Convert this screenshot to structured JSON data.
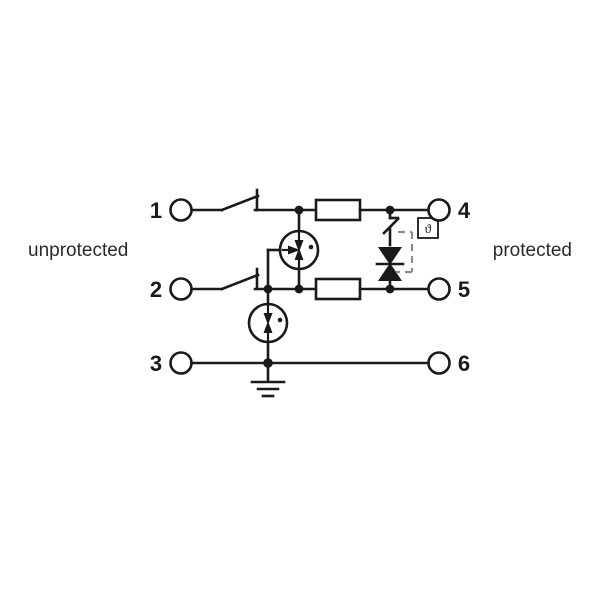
{
  "diagram": {
    "title": "Surge protection device schematic",
    "background_color": "#ffffff",
    "line_color": "#1a1a1a",
    "dashed_color": "#8c8c8c",
    "side_labels": {
      "left": "unprotected",
      "right": "protected"
    },
    "terminals": [
      {
        "id": "t1",
        "label": "1",
        "side": "left",
        "row": "top"
      },
      {
        "id": "t2",
        "label": "2",
        "side": "left",
        "row": "middle"
      },
      {
        "id": "t3",
        "label": "3",
        "side": "left",
        "row": "bottom"
      },
      {
        "id": "t4",
        "label": "4",
        "side": "right",
        "row": "top"
      },
      {
        "id": "t5",
        "label": "5",
        "side": "right",
        "row": "middle"
      },
      {
        "id": "t6",
        "label": "6",
        "side": "right",
        "row": "bottom"
      }
    ],
    "components": [
      {
        "id": "sw1",
        "type": "disconnect-switch",
        "between": [
          "1",
          "node-a"
        ]
      },
      {
        "id": "sw2",
        "type": "disconnect-switch",
        "between": [
          "2",
          "node-b"
        ]
      },
      {
        "id": "r1",
        "type": "resistor",
        "line": "top",
        "between": [
          "node-a",
          "node-c"
        ]
      },
      {
        "id": "r2",
        "type": "resistor",
        "line": "middle",
        "between": [
          "node-b",
          "node-d"
        ]
      },
      {
        "id": "gdt1",
        "type": "gas-discharge-tube-3-electrode",
        "between": [
          "line-1",
          "line-2"
        ]
      },
      {
        "id": "gdt2",
        "type": "gas-discharge-tube-2-electrode",
        "between": [
          "line-2",
          "ground"
        ]
      },
      {
        "id": "tvs1",
        "type": "bidirectional-tvs-diode",
        "between": [
          "line-4",
          "line-5"
        ]
      },
      {
        "id": "thermal1",
        "type": "thermal-disconnect",
        "symbol": "ϑ",
        "linked_to": "tvs1"
      },
      {
        "id": "gnd1",
        "type": "earth-ground",
        "attached_to": "line-3"
      }
    ],
    "theta_symbol": "ϑ"
  }
}
